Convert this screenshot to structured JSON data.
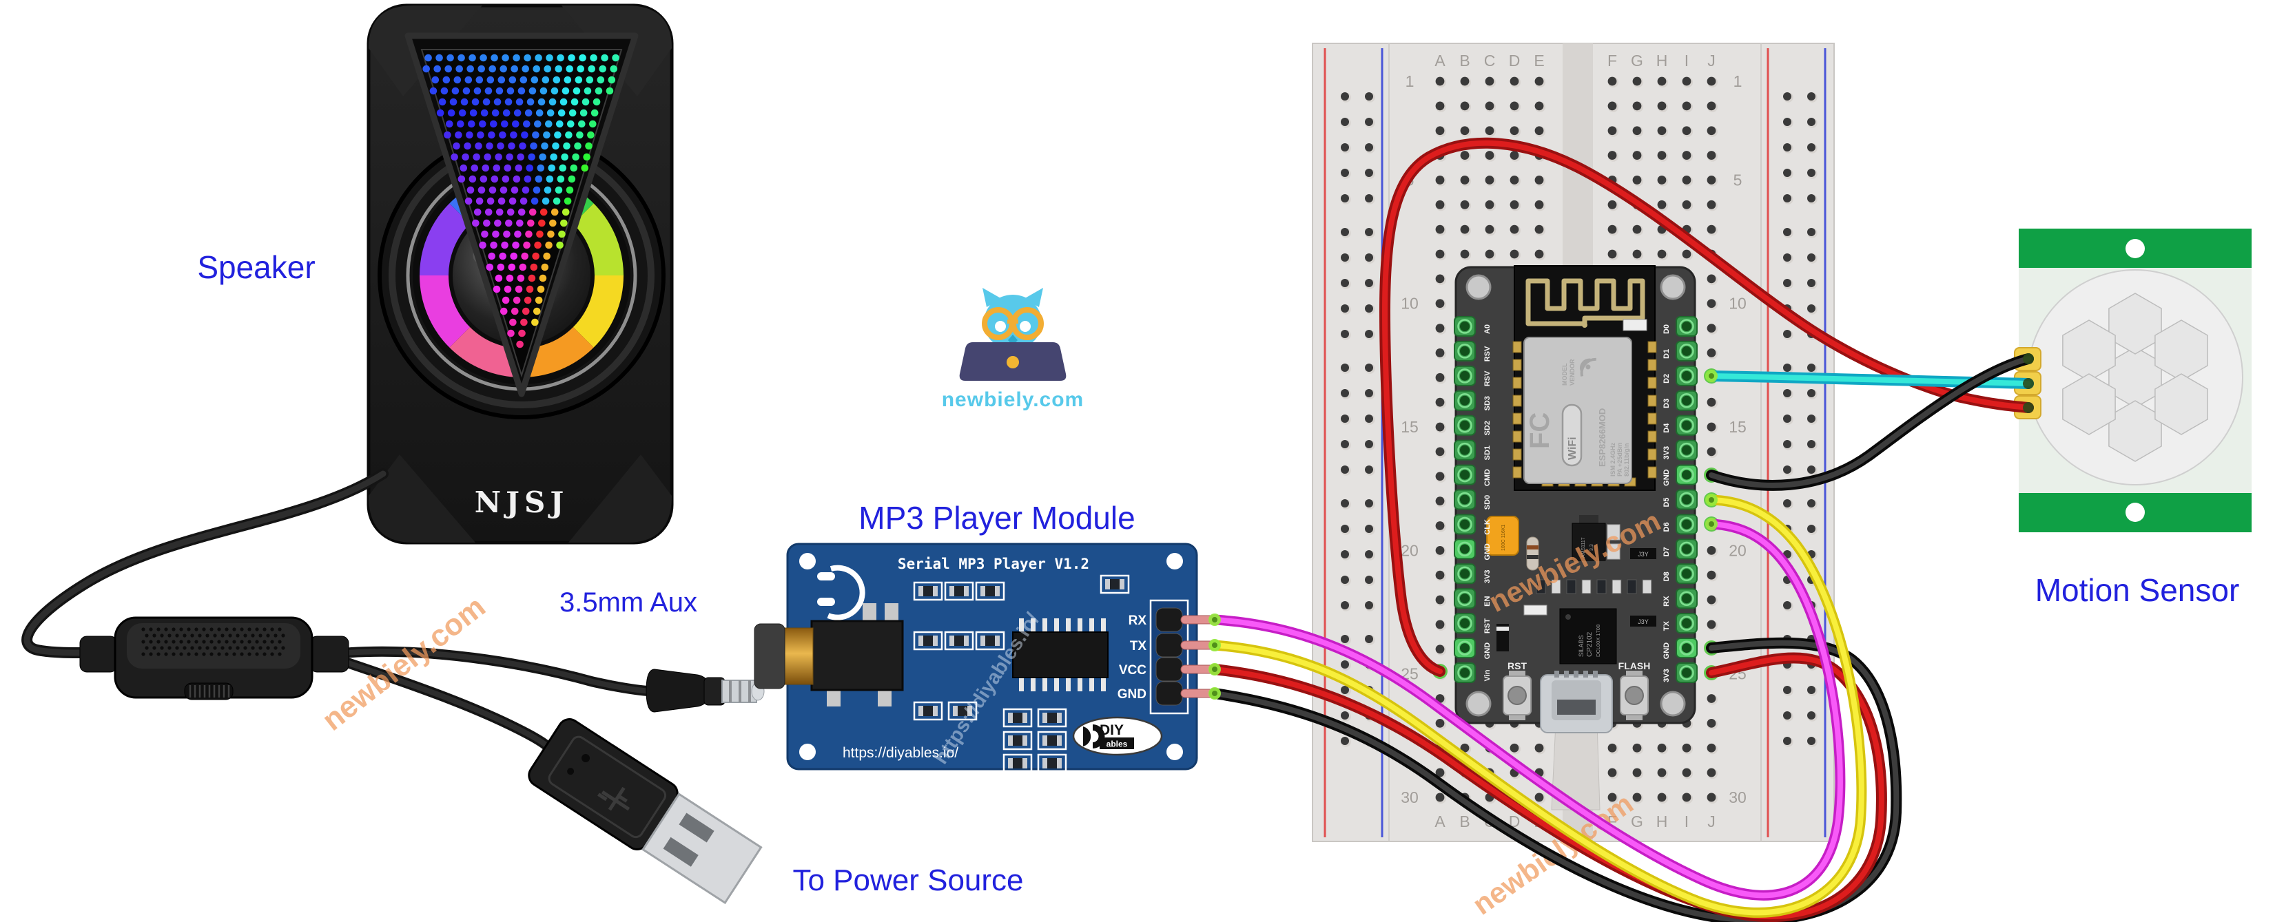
{
  "labels": {
    "speaker": "Speaker",
    "aux": "3.5mm Aux",
    "mp3": "MP3 Player Module",
    "power": "To Power Source",
    "motion": "Motion Sensor"
  },
  "speaker": {
    "brand": "NJSJ"
  },
  "logo": {
    "site": "newbiely.com"
  },
  "watermarks": {
    "newbiely": "newbiely.com",
    "diyables": "https://diyables.io/"
  },
  "mp3": {
    "title": "Serial MP3 Player V1.2",
    "url": "https://diyables.io/",
    "pins": [
      "RX",
      "TX",
      "VCC",
      "GND"
    ],
    "logo_top": "DIY",
    "logo_bottom": "ables"
  },
  "nodemcu": {
    "left": [
      "A0",
      "RSV",
      "RSV",
      "SD3",
      "SD2",
      "SD1",
      "CMD",
      "SD0",
      "CLK",
      "GND",
      "3V3",
      "EN",
      "RST",
      "GND",
      "Vin"
    ],
    "right": [
      "D0",
      "D1",
      "D2",
      "D3",
      "D4",
      "3V3",
      "GND",
      "D5",
      "D6",
      "D7",
      "D8",
      "RX",
      "TX",
      "GND",
      "3V3"
    ],
    "rst": "RST",
    "flash": "FLASH",
    "esp": {
      "fcc": "FC",
      "l1": "MODEL",
      "l2": "VENDOR",
      "mod": "ESP8266MOD",
      "s1": "ISM 2.4GHz",
      "s2": "PA +25dBm",
      "s3": "802.11b/g/n",
      "wifi": "WiFi"
    },
    "chip": [
      "SILABS",
      "CP2102",
      "DCL00X 1708"
    ],
    "reg": "AMS1117",
    "reg_v": "3.3",
    "q": "J3Y",
    "cap": "100C 116K1"
  },
  "breadboard": {
    "letters": [
      "A",
      "B",
      "C",
      "D",
      "E",
      "F",
      "G",
      "H",
      "I",
      "J"
    ],
    "numbers": [
      1,
      5,
      10,
      15,
      20,
      25,
      30
    ]
  },
  "wiring": [
    {
      "wire": "red",
      "from": "NodeMCU Vin",
      "to": "Motion Sensor VCC"
    },
    {
      "wire": "black",
      "from": "NodeMCU GND",
      "to": "Motion Sensor GND"
    },
    {
      "wire": "cyan",
      "from": "NodeMCU D2",
      "to": "Motion Sensor OUT"
    },
    {
      "wire": "magenta",
      "from": "MP3 RX",
      "to": "NodeMCU D6"
    },
    {
      "wire": "yellow",
      "from": "MP3 TX",
      "to": "NodeMCU D5"
    },
    {
      "wire": "red",
      "from": "MP3 VCC",
      "to": "NodeMCU 3V3"
    },
    {
      "wire": "black",
      "from": "MP3 GND",
      "to": "NodeMCU GND"
    },
    {
      "cable": "aux",
      "from": "Speaker",
      "to": "MP3 3.5mm jack"
    },
    {
      "cable": "usb",
      "from": "Speaker volume control",
      "to": "Power source"
    }
  ],
  "colors": {
    "label_blue": "#2121dd",
    "board_blue": "#1d4f8c",
    "sensor_green": "#0fa045",
    "breadboard": "#e4e2e0",
    "watermark_orange": "#f19a5c",
    "wire_red": "#d41717",
    "wire_black": "#3d3d3d",
    "wire_yellow": "#f5ec1e",
    "wire_magenta": "#f24cf2",
    "wire_cyan": "#2fe3d3"
  }
}
